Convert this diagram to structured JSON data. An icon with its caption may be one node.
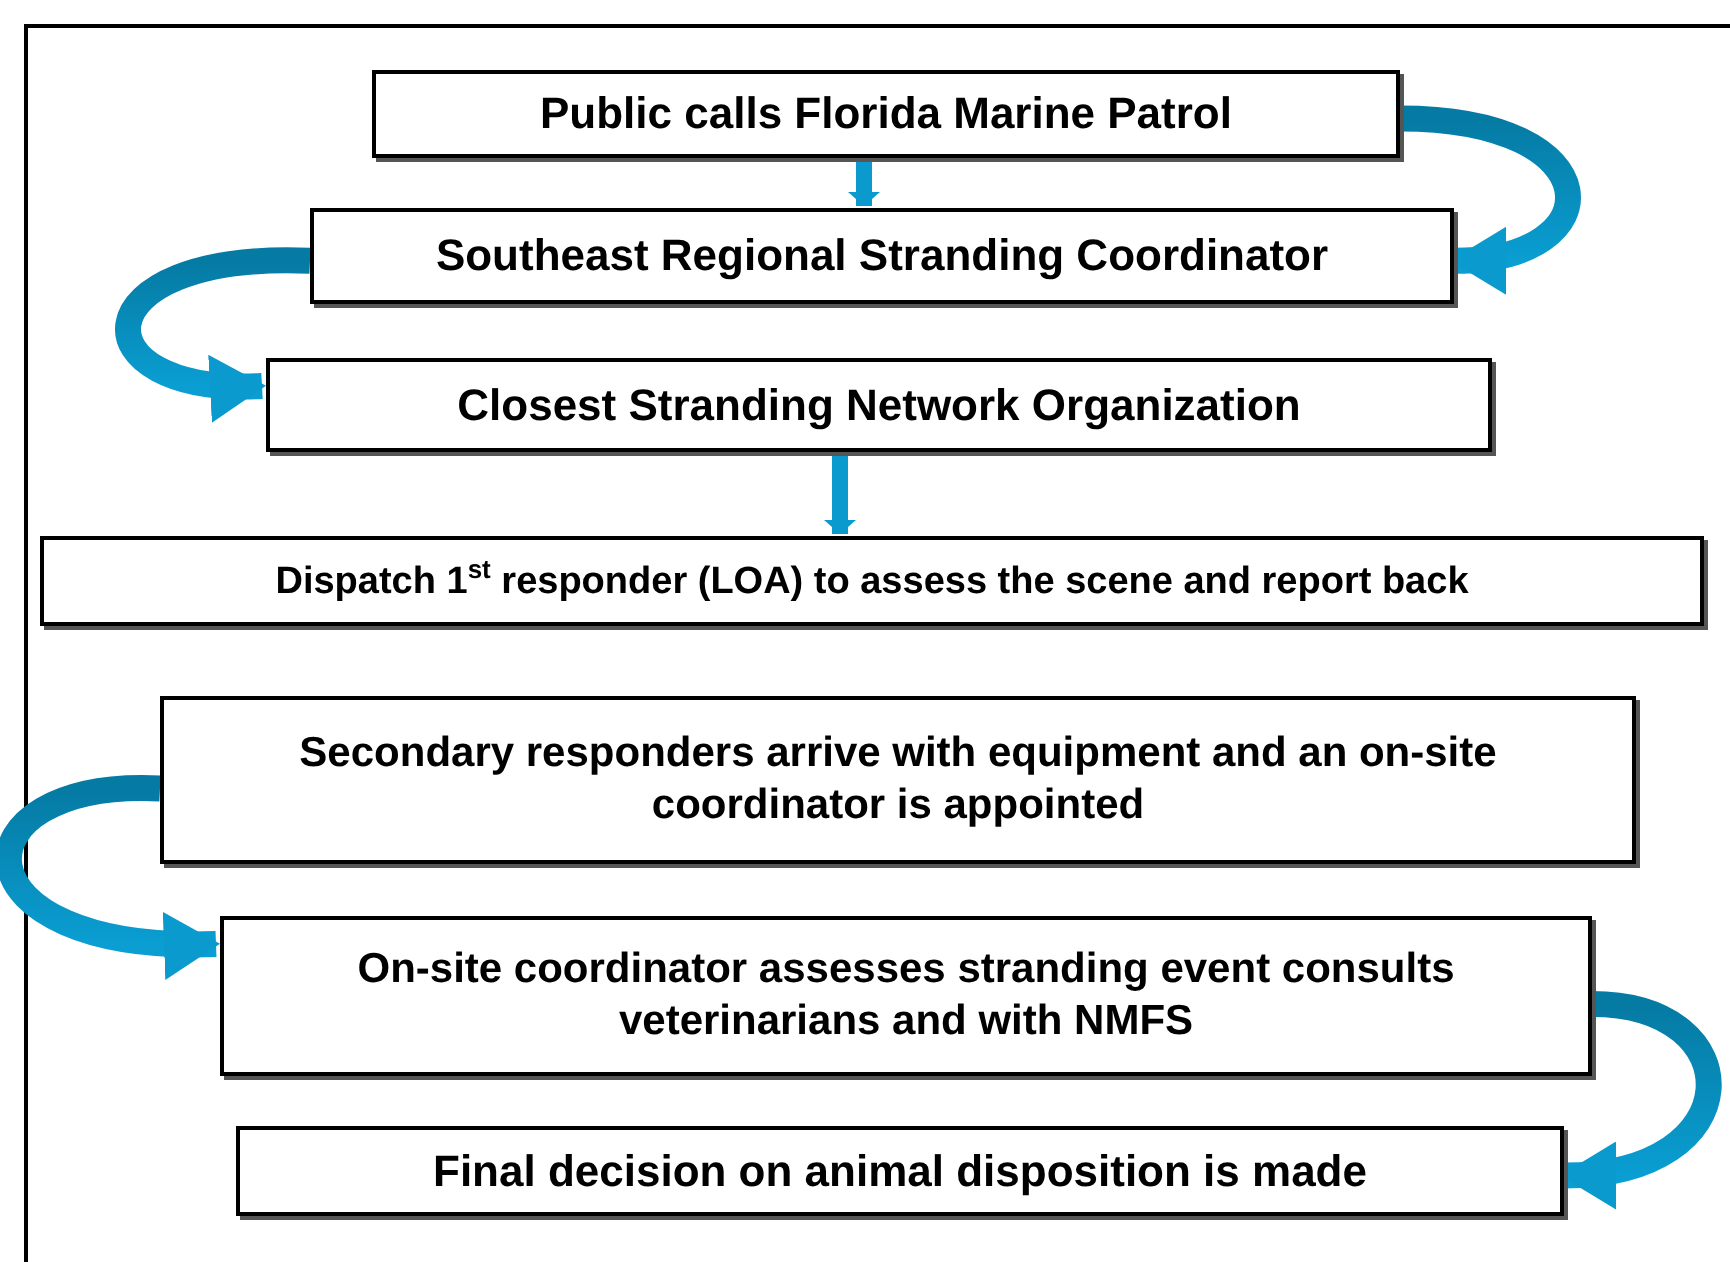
{
  "diagram": {
    "nodes": [
      {
        "text": [
          "Public calls Florida Marine Patrol"
        ]
      },
      {
        "text": [
          "Southeast Regional Stranding Coordinator"
        ]
      },
      {
        "text": [
          "Closest Stranding Network Organization"
        ]
      },
      {
        "text": [
          "Dispatch 1$^{st}$ responder (LOA) to assess the scene and report back"
        ]
      },
      {
        "text": [
          "Secondary responders arrive with equipment and an on-site coordinator is appointed"
        ]
      },
      {
        "text": [
          "On-site coordinator assesses stranding event consults veterinarians and with NMFS"
        ]
      },
      {
        "text": [
          "Final decision on animal disposition is made"
        ]
      }
    ],
    "edges": [
      {
        "from": 0,
        "to": 1,
        "arrow": "to"
      },
      {
        "from": 0,
        "to": 1,
        "arrow": "to",
        "style": "thick"
      },
      {
        "from": 1,
        "to": 2,
        "arrow": "to",
        "style": "thick"
      },
      {
        "from": 2,
        "to": 3,
        "arrow": "to"
      },
      {
        "from": 4,
        "to": 5,
        "arrow": "to",
        "style": "thick"
      },
      {
        "from": 5,
        "to": 6,
        "arrow": "to",
        "style": "thick"
      }
    ]
  }
}
